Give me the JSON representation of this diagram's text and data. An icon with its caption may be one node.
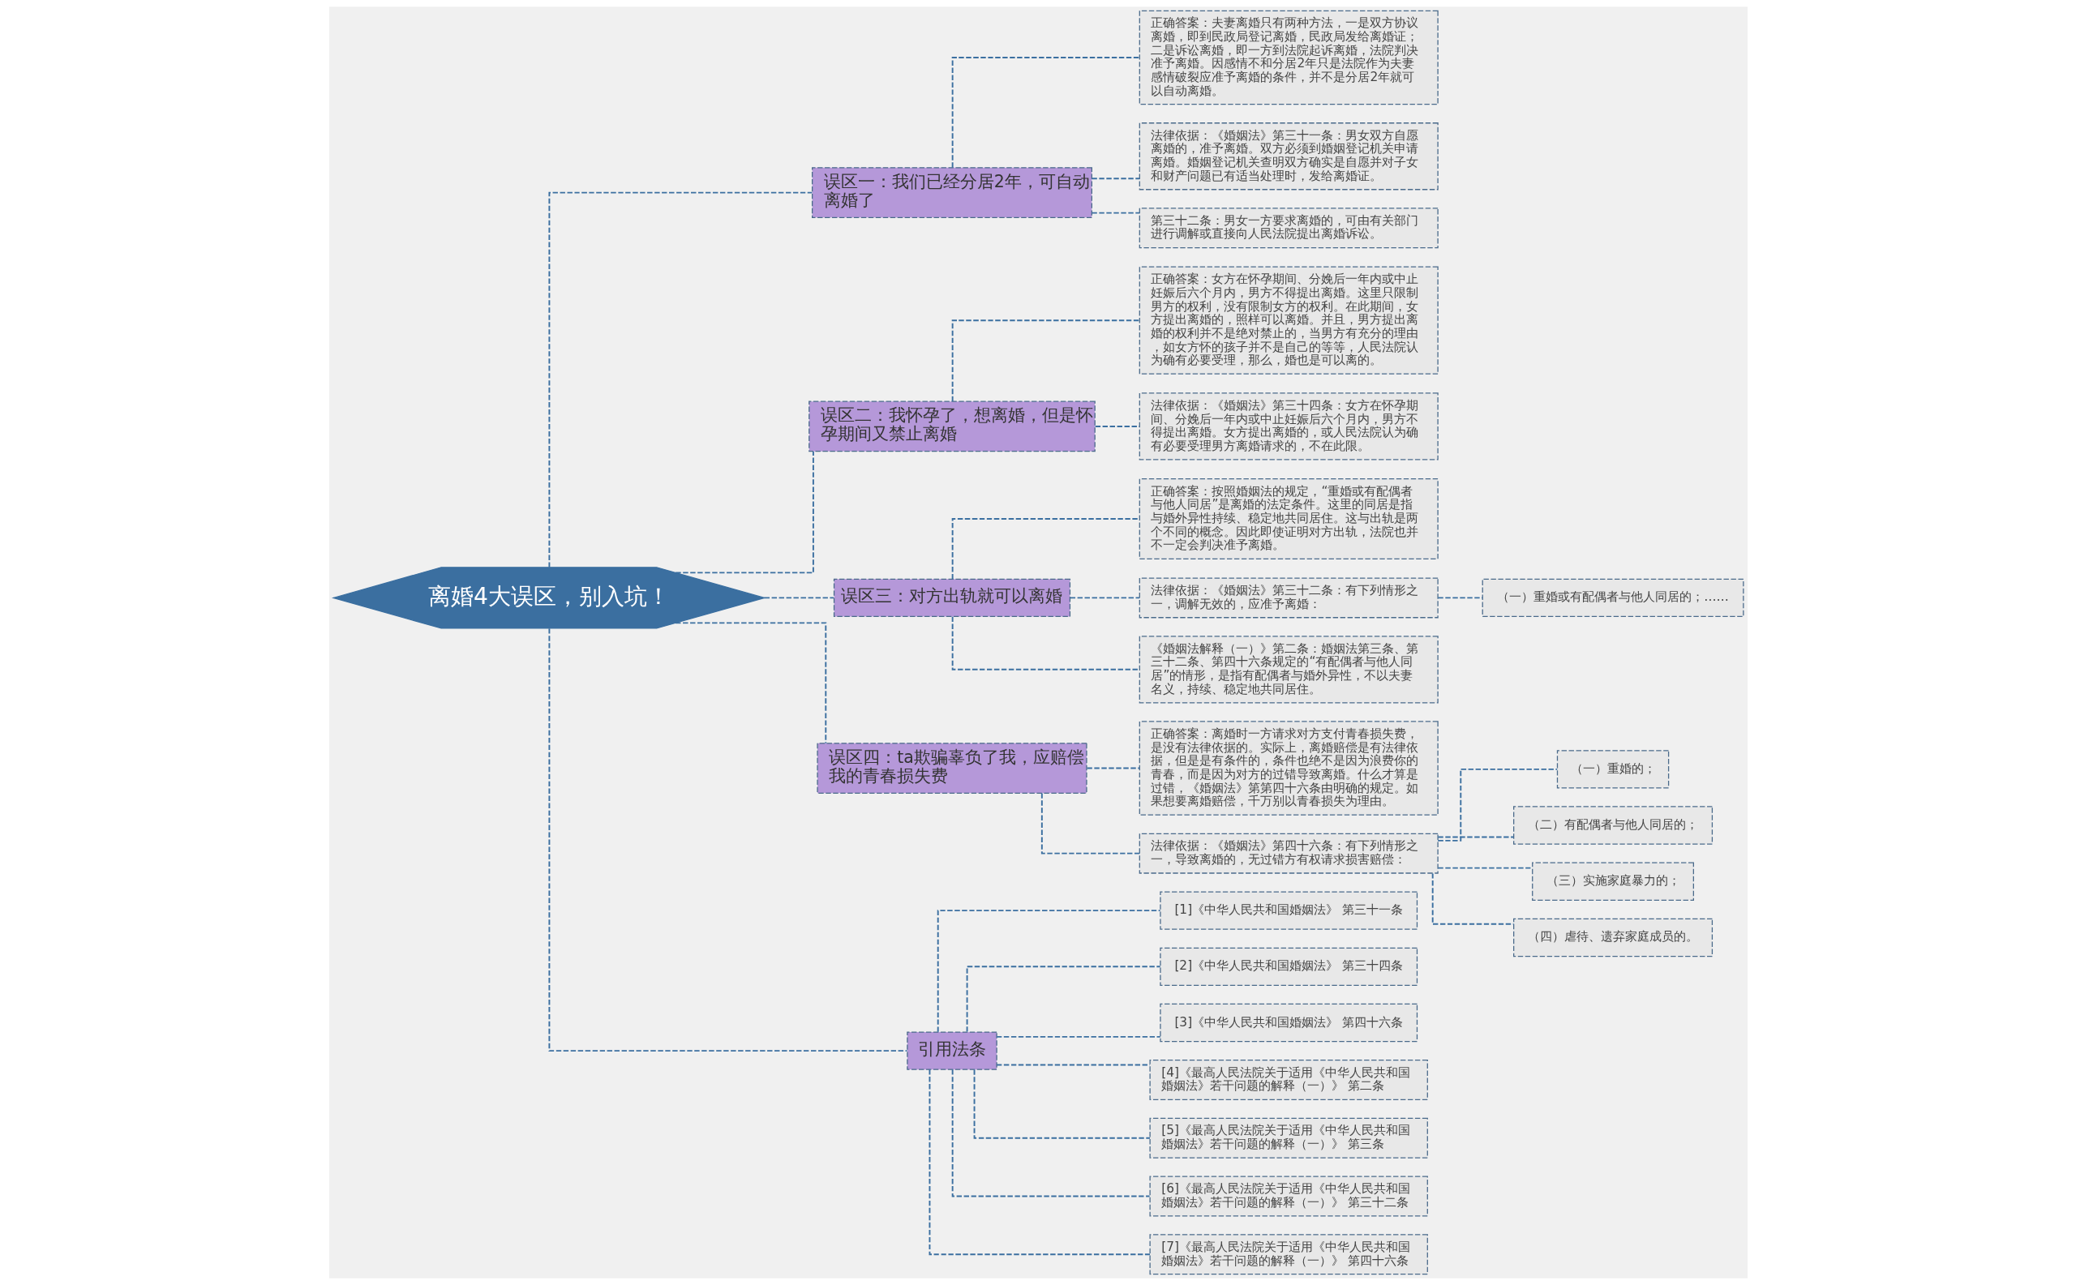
{
  "diagram": {
    "nodes": [
      {
        "text": [
          "离婚4大误区，别入坑！"
        ]
      },
      {
        "text": [
          "误区一：我们已经分居2年，可自动离婚了"
        ]
      },
      {
        "text": [
          "正确答案：夫妻离婚只有两种方法，一是双方协议离婚，即到民政局登记离婚，民政局发给离婚证；二是诉讼离婚，即一方到法院起诉离婚，法院判决准予离婚。因感情不和分居2年只是法院作为夫妻感情破裂应准予离婚的条件，并不是分居2年就可以自动离婚。"
        ]
      },
      {
        "text": [
          "法律依据：《婚姻法》第三十一条：男女双方自愿离婚的，准予离婚。双方必须到婚姻登记机关申请离婚。婚姻登记机关查明双方确实是自愿并对子女和财产问题已有适当处理时，发给离婚证。"
        ]
      },
      {
        "text": [
          "第三十二条：男女一方要求离婚的，可由有关部门进行调解或直接向人民法院提出离婚诉讼。"
        ]
      },
      {
        "text": [
          "误区二：我怀孕了，想离婚，但是怀孕期间又禁止离婚"
        ]
      },
      {
        "text": [
          "正确答案：女方在怀孕期间、分娩后一年内或中止妊娠后六个月内，男方不得提出离婚。这里只限制男方的权利，没有限制女方的权利。在此期间，女方提出离婚的，照样可以离婚。并且，男方提出离婚的权利并不是绝对禁止的，当男方有充分的理由，如女方怀的孩子并不是自己的等等，人民法院认为确有必要受理，那么，婚也是可以离的。"
        ]
      },
      {
        "text": [
          "法律依据：《婚姻法》第三十四条：女方在怀孕期间、分娩后一年内或中止妊娠后六个月内，男方不得提出离婚。女方提出离婚的，或人民法院认为确有必要受理男方离婚请求的，不在此限。"
        ]
      },
      {
        "text": [
          "误区三：对方出轨就可以离婚"
        ]
      },
      {
        "text": [
          "正确答案：按照婚姻法的规定，“重婚或有配偶者与他人同居”是离婚的法定条件。这里的同居是指与婚外异性持续、稳定地共同居住。这与出轨是两个不同的概念。因此即使证明对方出轨，法院也并不一定会判决准予离婚。"
        ]
      },
      {
        "text": [
          "法律依据：《婚姻法》第三十二条：有下列情形之一，调解无效的，应准予离婚："
        ]
      },
      {
        "text": [
          "《婚姻法解释（一）》第二条：婚姻法第三条、第三十二条、第四十六条规定的“有配偶者与他人同居”的情形，是指有配偶者与婚外异性，不以夫妻名义，持续、稳定地共同居住。"
        ]
      },
      {
        "text": [
          "（一）重婚或有配偶者与他人同居的；……"
        ]
      },
      {
        "text": [
          "误区四：ta欺骗辜负了我，应赔偿我的青春损失费"
        ]
      },
      {
        "text": [
          "正确答案：离婚时一方请求对方支付青春损失费，是没有法律依据的。实际上，离婚赔偿是有法律依据，但是是有条件的，条件也绝不是因为浪费你的青春，而是因为对方的过错导致离婚。什么才算是过错，《婚姻法》第第四十六条由明确的规定。如果想要离婚赔偿，千万别以青春损失为理由。"
        ]
      },
      {
        "text": [
          "法律依据：《婚姻法》第四十六条：有下列情形之一，导致离婚的，无过错方有权请求损害赔偿："
        ]
      },
      {
        "text": [
          "（一）重婚的；"
        ]
      },
      {
        "text": [
          "（二）有配偶者与他人同居的；"
        ]
      },
      {
        "text": [
          "（三）实施家庭暴力的；"
        ]
      },
      {
        "text": [
          "（四）虐待、遗弃家庭成员的。"
        ]
      },
      {
        "text": [
          "引用法条"
        ]
      },
      {
        "text": [
          "[1]《中华人民共和国婚姻法》 第三十一条"
        ]
      },
      {
        "text": [
          "[2]《中华人民共和国婚姻法》 第三十四条"
        ]
      },
      {
        "text": [
          "[3]《中华人民共和国婚姻法》 第四十六条"
        ]
      },
      {
        "text": [
          "[4]《最高人民法院关于适用《中华人民共和国婚姻法》若干问题的解释（一）》 第二条"
        ]
      },
      {
        "text": [
          "[5]《最高人民法院关于适用《中华人民共和国婚姻法》若干问题的解释（一）》 第三条"
        ]
      },
      {
        "text": [
          "[6]《最高人民法院关于适用《中华人民共和国婚姻法》若干问题的解释（一）》 第三十二条"
        ]
      },
      {
        "text": [
          "[7]《最高人民法院关于适用《中华人民共和国婚姻法》若干问题的解释（一）》 第四十六条"
        ]
      }
    ],
    "edges": [
      {
        "from": 0,
        "to": 1,
        "arrow": "none"
      },
      {
        "from": 1,
        "to": 2,
        "arrow": "none"
      },
      {
        "from": 1,
        "to": 3,
        "arrow": "none"
      },
      {
        "from": 1,
        "to": 4,
        "arrow": "none"
      },
      {
        "from": 0,
        "to": 5,
        "arrow": "none"
      },
      {
        "from": 5,
        "to": 6,
        "arrow": "none"
      },
      {
        "from": 5,
        "to": 7,
        "arrow": "none"
      },
      {
        "from": 0,
        "to": 8,
        "arrow": "none"
      },
      {
        "from": 8,
        "to": 9,
        "arrow": "none"
      },
      {
        "from": 8,
        "to": 10,
        "arrow": "none"
      },
      {
        "from": 8,
        "to": 11,
        "arrow": "none"
      },
      {
        "from": 10,
        "to": 12,
        "arrow": "none"
      },
      {
        "from": 0,
        "to": 13,
        "arrow": "none"
      },
      {
        "from": 13,
        "to": 14,
        "arrow": "none"
      },
      {
        "from": 13,
        "to": 15,
        "arrow": "none"
      },
      {
        "from": 15,
        "to": 16,
        "arrow": "none"
      },
      {
        "from": 15,
        "to": 17,
        "arrow": "none"
      },
      {
        "from": 15,
        "to": 18,
        "arrow": "none"
      },
      {
        "from": 15,
        "to": 19,
        "arrow": "none"
      },
      {
        "from": 0,
        "to": 20,
        "arrow": "none"
      },
      {
        "from": 20,
        "to": 21,
        "arrow": "none"
      },
      {
        "from": 20,
        "to": 22,
        "arrow": "none"
      },
      {
        "from": 20,
        "to": 23,
        "arrow": "none"
      },
      {
        "from": 20,
        "to": 24,
        "arrow": "none"
      },
      {
        "from": 20,
        "to": 25,
        "arrow": "none"
      },
      {
        "from": 20,
        "to": 26,
        "arrow": "none"
      },
      {
        "from": 20,
        "to": 27,
        "arrow": "none"
      }
    ]
  }
}
